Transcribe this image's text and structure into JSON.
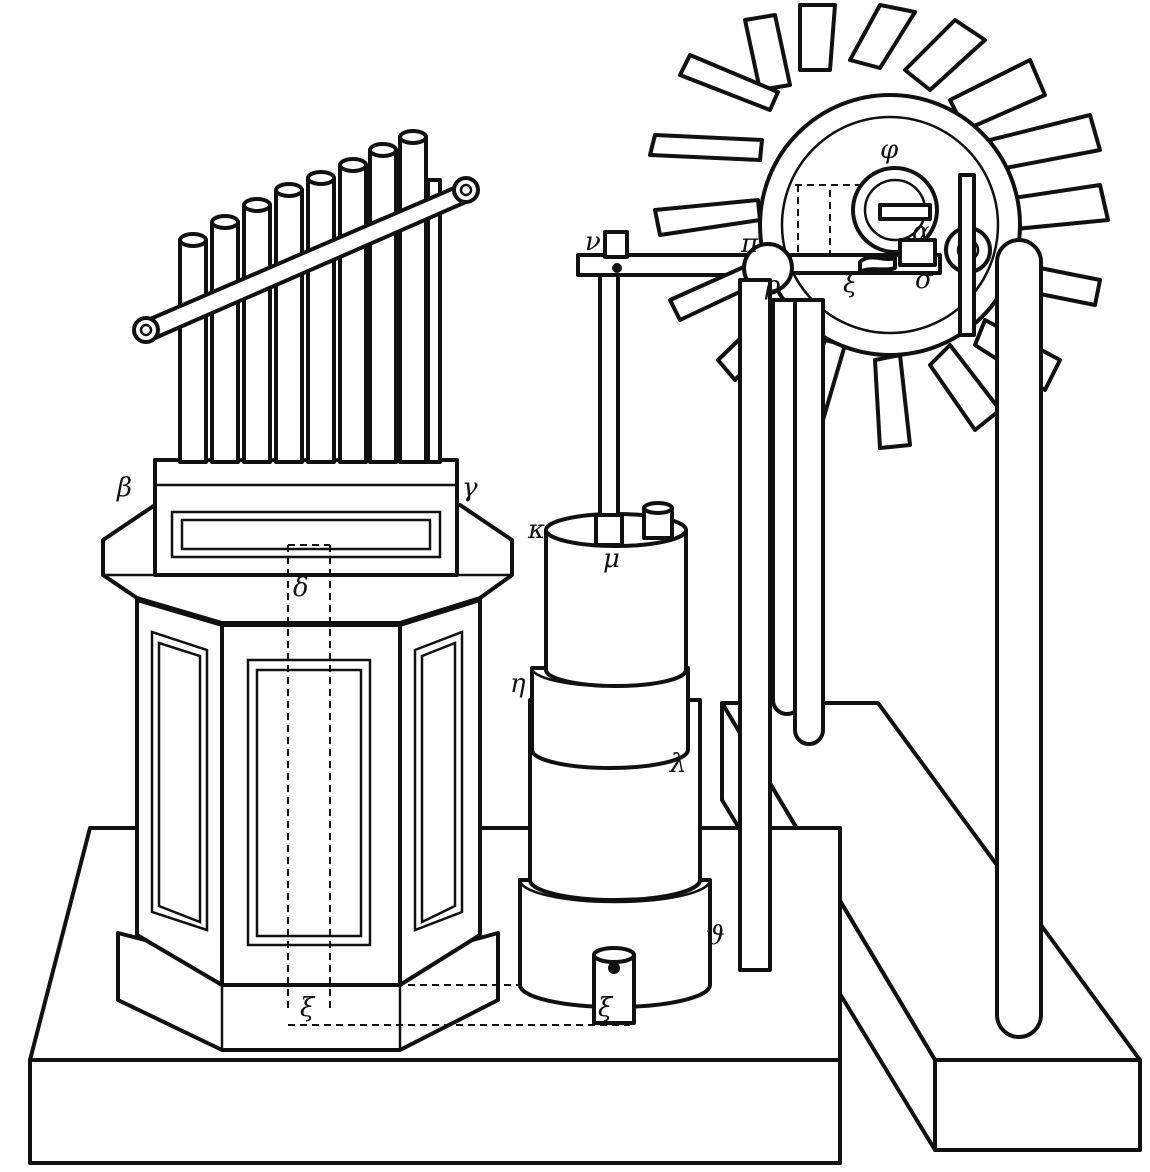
{
  "figure": {
    "labels": {
      "beta": "β",
      "gamma": "γ",
      "delta": "δ",
      "kappa": "κ",
      "mu": "μ",
      "nu": "ν",
      "eta": "η",
      "lambda": "λ",
      "theta": "ϑ",
      "xi_base_left": "ξ",
      "xi_base_right": "ξ",
      "xi_rod": "ξ",
      "phi": "φ",
      "rho": "ρ",
      "pi": "π",
      "sigma": "σ",
      "alpha": "α"
    }
  }
}
